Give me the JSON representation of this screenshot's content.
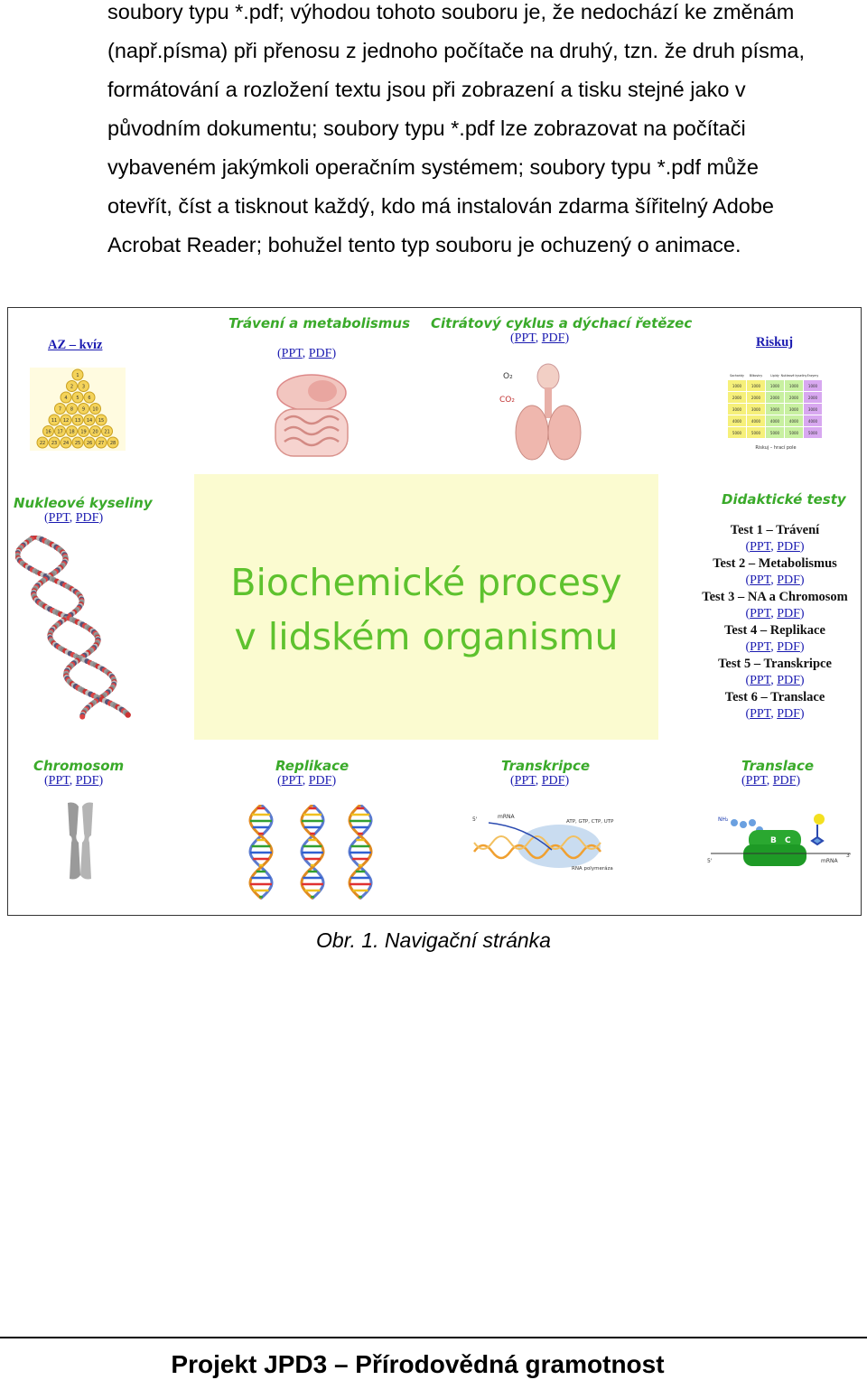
{
  "paragraph": {
    "line1": "soubory typu *.pdf; výhodou tohoto souboru je, že nedochází ke změnám",
    "line2": "(např.písma) při přenosu z jednoho počítače na druhý, tzn. že druh písma,",
    "line3": "formátování a rozložení textu jsou při zobrazení a tisku stejné jako v",
    "line4": "původním dokumentu; soubory typu *.pdf lze zobrazovat na počítači",
    "line5": "vybaveném jakýmkoli operačním systémem; soubory typu *.pdf může",
    "line6": "otevřít, číst a tisknout každý, kdo má instalován zdarma šířitelný Adobe",
    "line7": "Acrobat Reader; bohužel tento typ souboru je ochuzený o animace."
  },
  "figure": {
    "center_title_line1": "Biochemické procesy",
    "center_title_line2": "v lidském organismu",
    "az_kviz": "AZ – kvíz",
    "riskuj": "Riskuj",
    "ppt": "PPT",
    "pdf": "PDF",
    "open_paren": "(",
    "comma": ", ",
    "close_paren": ")",
    "sections": {
      "traveni": "Trávení a metabolismus",
      "citratovy": "Citrátový cyklus a dýchací řetězec",
      "nukleove": "Nukleové kyseliny",
      "didakticke": "Didaktické testy",
      "chromosom": "Chromosom",
      "replikace": "Replikace",
      "transkripce": "Transkripce",
      "translace": "Translace"
    },
    "tests": [
      "Test 1 – Trávení",
      "Test 2 – Metabolismus",
      "Test 3 – NA a Chromosom",
      "Test 4 – Replikace",
      "Test 5 – Transkripce",
      "Test 6 – Translace"
    ],
    "pyramid_numbers": [
      "1",
      "2",
      "3",
      "4",
      "5",
      "6",
      "7",
      "8",
      "9",
      "10",
      "11",
      "12",
      "13",
      "14",
      "15",
      "16",
      "17",
      "18",
      "19",
      "20",
      "21",
      "22",
      "23",
      "24",
      "25",
      "26",
      "27",
      "28"
    ],
    "riskuj_headers": [
      "Sacharidy",
      "Bílkoviny",
      "Lipidy",
      "Nukleové kyseliny",
      "Enzymy"
    ],
    "riskuj_values": [
      "1000",
      "2000",
      "3000",
      "4000",
      "5000"
    ],
    "riskuj_footer": "Riskuj – hrací pole",
    "resp_o2": "O₂",
    "resp_co2": "CO₂",
    "trans_5": "5'",
    "trans_mrna": "mRNA",
    "trans_3": "3'",
    "trans_nh2": "NH₂",
    "trans_b": "B",
    "trans_c": "C",
    "transcription_labels": {
      "five": "5'",
      "rna": "mRNA",
      "ntp": "ATP, GTP, CTP, UTP",
      "pol": "RNA polymeráza"
    }
  },
  "caption": "Obr. 1. Navigační stránka",
  "footer": "Projekt JPD3 – Přírodovědná gramotnost"
}
